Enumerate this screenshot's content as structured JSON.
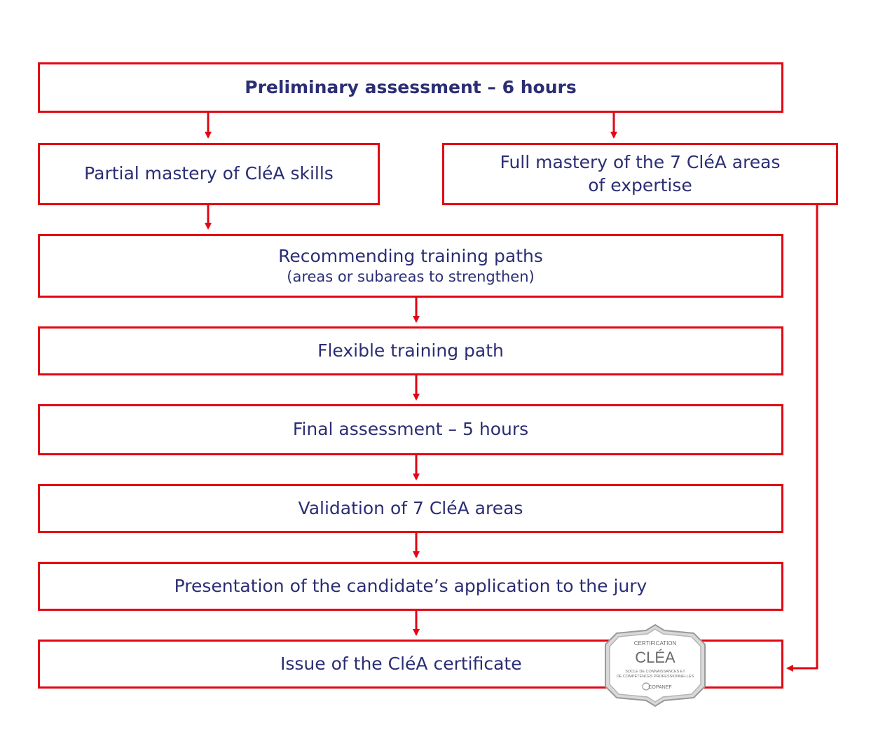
{
  "flowchart": {
    "preliminary": "Preliminary assessment – 6 hours",
    "partial": "Partial mastery of CléA skills",
    "full_line1": "Full mastery of the 7 CléA areas",
    "full_line2": "of expertise",
    "recommending": "Recommending training paths",
    "recommending_sub": "(areas or subareas to strengthen)",
    "flexible": "Flexible training path",
    "final": "Final assessment – 5 hours",
    "validation": "Validation of 7 CléA areas",
    "presentation": "Presentation of the candidate’s application to the jury",
    "issue": "Issue of the CléA certificate"
  },
  "badge": {
    "line1": "CERTIFICATION",
    "line2": "CLÉA",
    "line3": "SOCLE DE CONNAISSANCES ET",
    "line4": "DE COMPÉTENCES PROFESSIONNELLES",
    "line5": "COPANEF"
  },
  "colors": {
    "border": "#e30613",
    "text": "#2b2e74"
  }
}
